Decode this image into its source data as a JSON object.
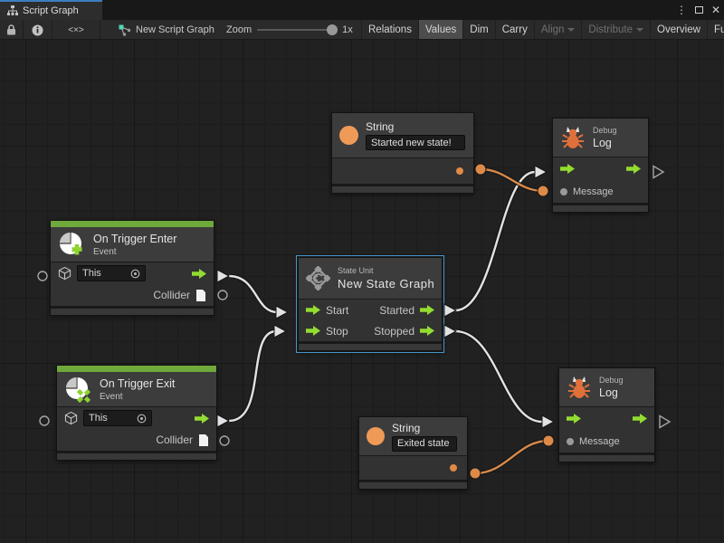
{
  "window": {
    "tab_title": "Script Graph",
    "tab_icon": "sitemap-icon",
    "controls": {
      "menu": "⋮",
      "maximize": "maximize-icon",
      "close": "✕"
    }
  },
  "toolbar": {
    "lock_icon": "lock-icon",
    "info_icon": "info-icon",
    "code_glyph": "<×>",
    "graph_icon": "script-graph-icon",
    "graph_name": "New Script Graph",
    "zoom_label": "Zoom",
    "zoom_value": "1x",
    "relations": "Relations",
    "values": "Values",
    "dim": "Dim",
    "carry": "Carry",
    "align": "Align",
    "distribute": "Distribute",
    "overview": "Overview",
    "fullscreen": "Full Screen"
  },
  "nodes": {
    "string_top": {
      "icon": "orange-circle-icon",
      "title": "String",
      "value": "Started new state!"
    },
    "debug_top": {
      "icon": "bug-icon",
      "kind": "Debug",
      "title": "Log",
      "message_label": "Message"
    },
    "trigger_enter": {
      "icon": "event-enter-icon",
      "title": "On Trigger Enter",
      "subtitle": "Event",
      "this_value": "This",
      "collider_label": "Collider"
    },
    "state_unit": {
      "icon": "state-unit-icon",
      "kind": "State Unit",
      "title": "New State Graph",
      "ports": {
        "start": "Start",
        "stop": "Stop",
        "started": "Started",
        "stopped": "Stopped"
      },
      "selected": true
    },
    "trigger_exit": {
      "icon": "event-exit-icon",
      "title": "On Trigger Exit",
      "subtitle": "Event",
      "this_value": "This",
      "collider_label": "Collider"
    },
    "string_bottom": {
      "icon": "orange-circle-icon",
      "title": "String",
      "value": "Exited state"
    },
    "debug_bottom": {
      "icon": "bug-icon",
      "kind": "Debug",
      "title": "Log",
      "message_label": "Message"
    }
  },
  "connections": [
    {
      "from": "trigger_enter.flow-out",
      "to": "state_unit.start",
      "color": "white"
    },
    {
      "from": "trigger_exit.flow-out",
      "to": "state_unit.stop",
      "color": "white"
    },
    {
      "from": "state_unit.started",
      "to": "debug_top.flow-in",
      "color": "white"
    },
    {
      "from": "state_unit.stopped",
      "to": "debug_bottom.flow-in",
      "color": "white"
    },
    {
      "from": "string_top.out",
      "to": "debug_top.message",
      "color": "orange"
    },
    {
      "from": "string_bottom.out",
      "to": "debug_bottom.message",
      "color": "orange"
    }
  ],
  "colors": {
    "accent_green": "#93dc30",
    "event_strip_green": "#6fa83b",
    "accent_orange": "#e0813c",
    "connection_orange": "#d78a4a",
    "selection_blue": "#4596c8",
    "tab_accent_blue": "#3d7ebf"
  }
}
